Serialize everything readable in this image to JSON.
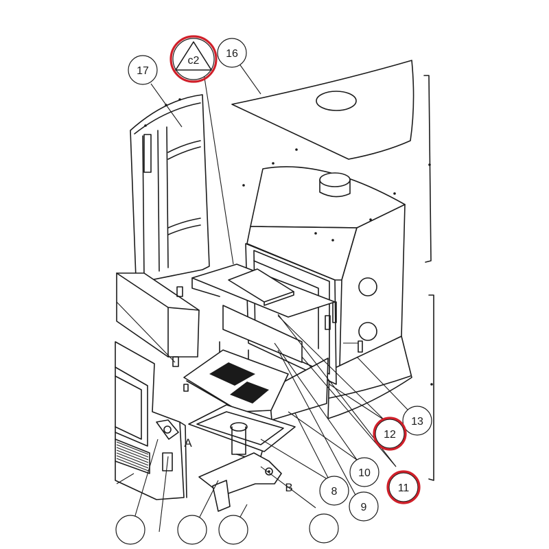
{
  "colors": {
    "line": "#1a1a1a",
    "highlight": "#d0202a",
    "background": "#ffffff"
  },
  "callouts": {
    "c2": "c2",
    "p16": "16",
    "p17": "17",
    "p13": "13",
    "p12": "12",
    "p11": "11",
    "p10": "10",
    "p9": "9",
    "p8": "8"
  },
  "letters": {
    "a": "A",
    "b": "B"
  },
  "highlighted_callouts": [
    "c2",
    "12",
    "11"
  ]
}
